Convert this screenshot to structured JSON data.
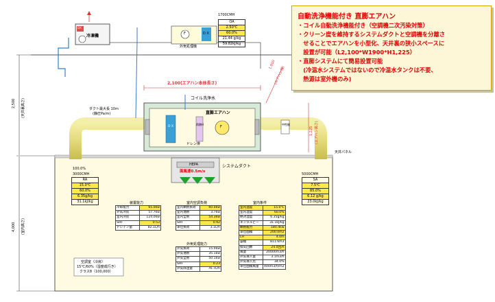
{
  "note": {
    "title": "自動洗浄機能付き 直膨エアハン",
    "lines": [
      "・コイル自動洗浄機能付き（空調機二次汚染対策）",
      "・クリーン度を維持するシステムダクトと空調機を分離さ",
      "　せることでエアハンを小型化、天井裏の狭小スペースに",
      "　設置が可能（L2,100*W1900*H1,225）",
      "・直膨システムにて簡易設置可能",
      "　(冷温水システムではないので冷温水タンクは不要、",
      "　熱源は室外機のみ)"
    ]
  },
  "outdoor_unit": {
    "title": "冷凍機",
    "tag": "DX"
  },
  "oa_unit": {
    "flow": "1700CMH",
    "label": "外気処理機",
    "tag": "D X",
    "fan": "F",
    "table": [
      "OA",
      "2.50℃",
      "60.0%",
      "21.44 g/kg",
      "59.82kJ/kg"
    ]
  },
  "ahu": {
    "title": "直膨エアハン",
    "coil_wash": "コイル洗浄水",
    "drain": "ドレン排",
    "dx": "D X",
    "heater": "再熱H",
    "fan": "F",
    "filter": "中性能",
    "length": "2,100(エアハン本体長さ)",
    "width_label": "1,900",
    "height_label": "1,225",
    "width_note": "(エアハン幅)",
    "height_note": "(エアハン高さ)",
    "duct_note1": "ダクト最大長 10m",
    "duct_note2": "(静圧Pa/m)"
  },
  "dims": {
    "ceiling": "2,500",
    "ceiling_note": "(天井裏高さ)",
    "room": "4,000",
    "room_note": "(室内高さ)",
    "panel": "天井パネル"
  },
  "ra": {
    "rate": "100.0%",
    "flow": "3000CMH",
    "table": [
      "RA",
      "15.0℃",
      "60.0%",
      "6.35g/kg",
      "31.1kJ/kg"
    ]
  },
  "sa": {
    "flow": "5000CMH",
    "table": [
      "SA",
      "7.5℃",
      "85.0%",
      "6.12 g/kg",
      "23.0kJ/kg"
    ]
  },
  "system_duct": {
    "label": "システムダクト",
    "hepa": "HEPA",
    "velocity": "面風速0.5m/s"
  },
  "tables": {
    "capacity": {
      "title": "装置能力",
      "rows": [
        [
          "冷却能力",
          "65.0kw"
        ],
        [
          "外気冷房",
          "57.7kw"
        ],
        [
          "室内冷房",
          "124.0kw"
        ],
        [
          "SHF",
          "0.53"
        ],
        [
          "ドレイン量",
          "82.1L/h"
        ]
      ]
    },
    "room_load": {
      "title": "室内空調負荷",
      "rows": [
        [
          "室内顕熱負荷",
          "60.0kw"
        ],
        [
          "室内潜熱",
          "3.7kw"
        ],
        [
          "室内全熱",
          "54.3kw"
        ],
        [
          "SHF",
          "0.92"
        ],
        [
          "単位負荷",
          "3.1L/h"
        ]
      ]
    },
    "oa_load": {
      "title": "外気処理能力",
      "rows": [
        [
          "外気負荷",
          "15.0kw"
        ],
        [
          "外気潜熱",
          "35.1kw"
        ],
        [
          "外気全熱",
          "50.1kw"
        ],
        [
          "SHF",
          "0.23"
        ],
        [
          "外気除湿量",
          "76.7L/h"
        ]
      ]
    },
    "conditions": {
      "title": "室内条件",
      "rows": [
        [
          "室内温度",
          "15.0℃"
        ],
        [
          "室内湿度",
          "60.0%"
        ],
        [
          "絶対湿度",
          "6.35g/kg"
        ],
        [
          "エンタルピー",
          "31.1kJ/kg"
        ],
        [
          "顕熱能力",
          "180.4kw"
        ],
        [
          "単位面積",
          "200.0m2"
        ],
        [
          "LH",
          "4.0m"
        ],
        [
          "容積",
          "811.6m3"
        ],
        [
          "換気回数",
          "24.0回/h"
        ],
        [
          "風量",
          "20000m3/h"
        ],
        [
          "外気導入量",
          "3.1m3/h"
        ],
        [
          "外気導入比",
          "34.0%"
        ],
        [
          "単位面積風量",
          "400m3/h/m2"
        ]
      ]
    }
  },
  "room": {
    "l1": "空調室（冷房）",
    "l2": "15℃/60%（湿度成行き）",
    "l3": "クラス8（100,000）"
  }
}
